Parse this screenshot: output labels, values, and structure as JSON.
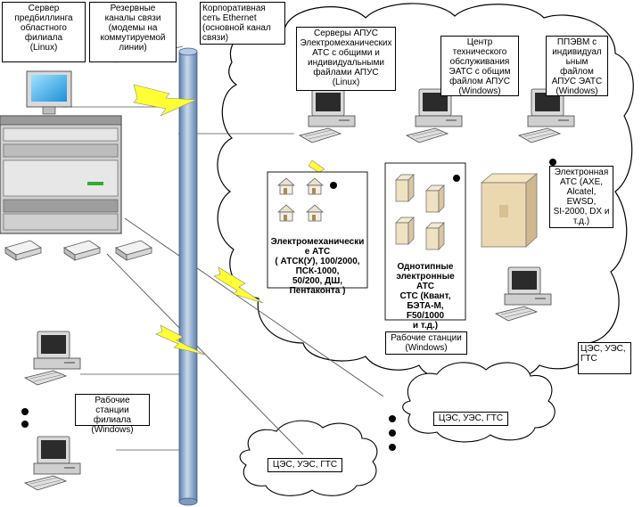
{
  "labels": {
    "billing_server": "Сервер\nпредбиллинга\nобластного\nфилиала\n(Linux)",
    "backup_channels": "Резервные\nканалы связи\n(модемы на\nкоммутируемой\nлинии)",
    "ethernet": "Корпоративная\nсеть Ethernet\n(основной канал\nсвязи)",
    "apus_servers": "Серверы АПУС\nЭлектромеханических\nАТС с общими и\nиндивидуальными\nфайлами АПУС\n(Linux)",
    "service_center": "Центр\nтехнического\nобслуживания\nЭАТС с общим\nфайлом АПУС\n(Windows)",
    "ppevm": "ППЭВМ с\nиндивидуал\nьным\nфайлом\nАПУС ЭАТС\n(Windows)",
    "electromech_ats": "Электромеханически\nе АТС\n( АТСК(У), 100/2000,\nПСК-1000,\n50/200, ДШ,\nПентаконта )",
    "stc_ats": "Однотипные\nэлектронные АТС\nСТС (Квант,\nБЭТА-М, F50/1000\nи т.д.)",
    "electronic_ats": "Электронная\nАТС (АХЕ,\nAlcatel, EWSD,\nSI-2000, DX и\nт.д.)",
    "workstations": "Рабочие станции\n(Windows)",
    "branch_workstations": "Рабочие станции\nфилиала\n(Windows)",
    "cloud_big": "ЦЭС, УЭС,\nГТС",
    "cloud_mid": "ЦЭС, УЭС, ГТС",
    "cloud_small": "ЦЭС, УЭС, ГТС"
  },
  "colors": {
    "pipe": "#9ab6d6",
    "pipe_dark": "#5f7fa8",
    "lightning": "#ffff33",
    "monitor_screen": "#37b3ee",
    "cabinet": "#e8d3ae"
  },
  "icons": [
    "server-rack-icon",
    "modem-icon",
    "computer-icon",
    "house-icon",
    "pbx-cabinet-icon",
    "lightning-icon",
    "cloud-icon"
  ]
}
